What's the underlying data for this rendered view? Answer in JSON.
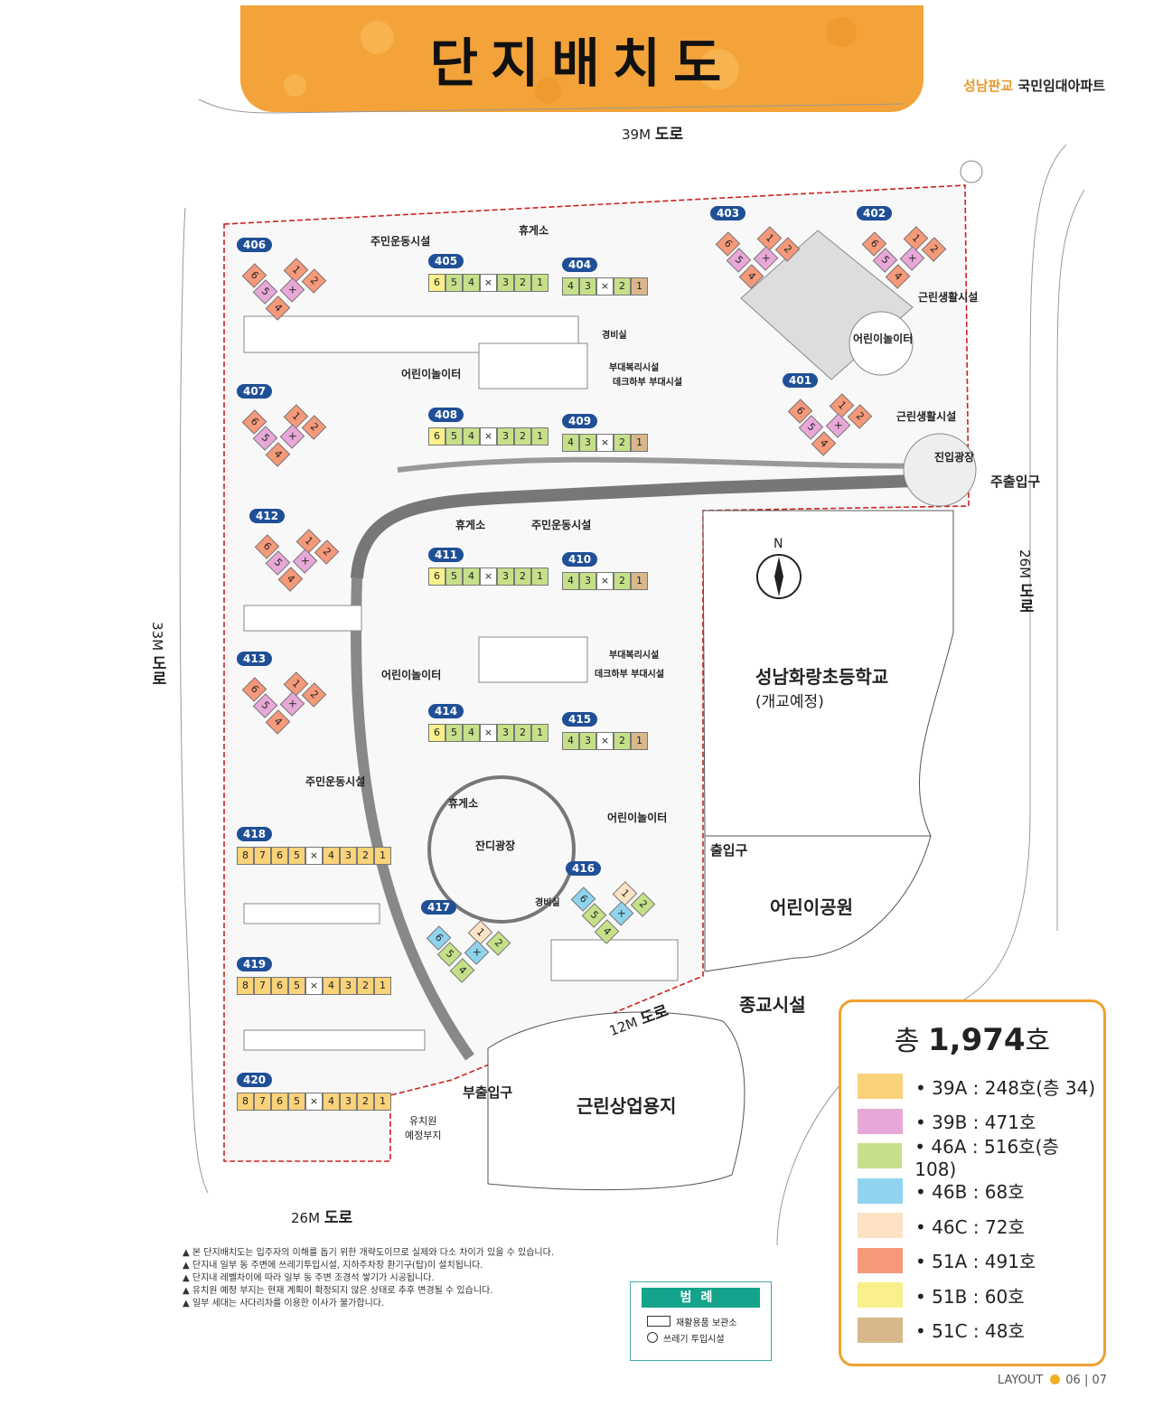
{
  "title": "단지배치도",
  "brand": {
    "area": "성남판교",
    "type": "국민임대아파트"
  },
  "roads": {
    "top": {
      "width": "39M",
      "label": "도로"
    },
    "left": {
      "width": "33M",
      "label": "도로"
    },
    "right": {
      "width": "26M",
      "label": "도로"
    },
    "bottom": {
      "width": "26M",
      "label": "도로"
    },
    "inner": {
      "width": "12M",
      "label": "도로"
    }
  },
  "entrances": {
    "main": "주출입구",
    "sub": "부출입구",
    "gate": "출입구"
  },
  "north": "N",
  "places": {
    "school": "성남화랑초등학교",
    "school_note": "(개교예정)",
    "park": "어린이공원",
    "religious": "종교시설",
    "commercial": "근린상업용지",
    "kindergarten": "유치원\n예정부지",
    "plaza": "잔디광장",
    "entrance_plaza": "진입광장",
    "playground": "어린이놀이터",
    "sports": "주민운동시설",
    "rest": "휴게소",
    "guard": "경비실",
    "welfare": "부대복리시설",
    "deck": "데크하부 부대시설",
    "retail": "근린생활시설"
  },
  "buildings": [
    {
      "id": "406"
    },
    {
      "id": "405"
    },
    {
      "id": "404"
    },
    {
      "id": "403"
    },
    {
      "id": "402"
    },
    {
      "id": "407"
    },
    {
      "id": "408"
    },
    {
      "id": "409"
    },
    {
      "id": "401"
    },
    {
      "id": "412"
    },
    {
      "id": "411"
    },
    {
      "id": "410"
    },
    {
      "id": "413"
    },
    {
      "id": "414"
    },
    {
      "id": "415"
    },
    {
      "id": "418"
    },
    {
      "id": "416"
    },
    {
      "id": "417"
    },
    {
      "id": "419"
    },
    {
      "id": "420"
    }
  ],
  "unit_colors": {
    "39A": "#f9d27a",
    "39B": "#e7a8d8",
    "46A": "#c6e08a",
    "46B": "#8fd3ee",
    "46C": "#fde2c6",
    "51A": "#f4997a",
    "51B": "#f8f08a",
    "51C": "#d8b88a"
  },
  "legend": {
    "total_prefix": "총",
    "total_value": "1,974",
    "total_suffix": "호",
    "items": [
      {
        "type": "39A",
        "count": "248호",
        "extra": "(층 34)",
        "color": "#f9d27a"
      },
      {
        "type": "39B",
        "count": "471호",
        "extra": "",
        "color": "#e7a8d8"
      },
      {
        "type": "46A",
        "count": "516호",
        "extra": "(층 108)",
        "color": "#c6e08a"
      },
      {
        "type": "46B",
        "count": "68호",
        "extra": "",
        "color": "#8fd3ee"
      },
      {
        "type": "46C",
        "count": "72호",
        "extra": "",
        "color": "#fde2c6"
      },
      {
        "type": "51A",
        "count": "491호",
        "extra": "",
        "color": "#f4997a"
      },
      {
        "type": "51B",
        "count": "60호",
        "extra": "",
        "color": "#f8f08a"
      },
      {
        "type": "51C",
        "count": "48호",
        "extra": "",
        "color": "#d8b88a"
      }
    ]
  },
  "notes": [
    "▲ 본 단지배치도는 입주자의 이해를 돕기 위한 개략도이므로 실제와 다소 차이가 있을 수 있습니다.",
    "▲ 단지내 일부 동 주변에 쓰레기투입시설, 지하주차장 환기구(탑)이 설치됩니다.",
    "▲ 단지내 레벨차이에 따라 일부 동 주변 조경석 쌓기가 시공됩니다.",
    "▲ 유치원 예정 부지는 현재 계획이 확정되지 않은 상태로 추후 변경될 수 있습니다.",
    "▲ 일부 세대는 사다리차를 이용한 이사가 불가합니다."
  ],
  "symbol_legend": {
    "title": "범례",
    "recycle": "재활용품 보관소",
    "trash": "쓰레기 투입시설"
  },
  "footer": {
    "section": "LAYOUT",
    "pages": "06 | 07"
  }
}
